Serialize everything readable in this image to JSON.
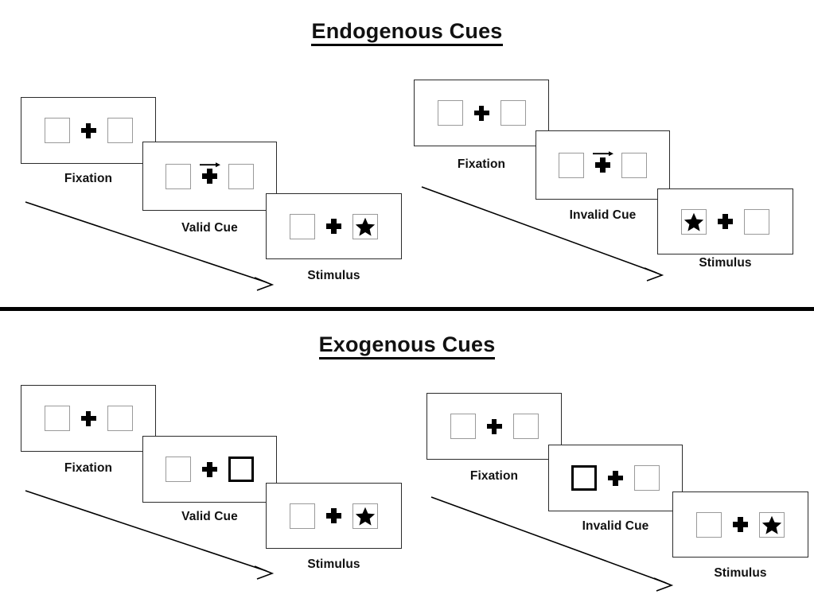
{
  "figure": {
    "title_top": "Endogenous Cues",
    "title_bottom": "Exogenous Cues",
    "divider_color": "#000000",
    "box_border_color": "#9a9a9a",
    "cued_box_border_color": "#000000",
    "panel_border_color": "#2b2b2b",
    "arrow_color": "#000000"
  },
  "sections": [
    {
      "id": "endogenous",
      "title": "Endogenous Cues",
      "cue_type": "arrow",
      "sequences": [
        {
          "id": "endogenous-valid",
          "validity": "valid",
          "panels": [
            {
              "caption": "Fixation",
              "left_box": "empty",
              "right_box": "empty",
              "center": "plus",
              "cue_side": "none"
            },
            {
              "caption": "Valid Cue",
              "left_box": "empty",
              "right_box": "empty",
              "center": "plus-with-arrow",
              "cue_side": "right"
            },
            {
              "caption": "Stimulus",
              "left_box": "empty",
              "right_box": "star",
              "center": "plus",
              "cue_side": "none"
            }
          ]
        },
        {
          "id": "endogenous-invalid",
          "validity": "invalid",
          "panels": [
            {
              "caption": "Fixation",
              "left_box": "empty",
              "right_box": "empty",
              "center": "plus",
              "cue_side": "none"
            },
            {
              "caption": "Invalid Cue",
              "left_box": "empty",
              "right_box": "empty",
              "center": "plus-with-arrow",
              "cue_side": "right"
            },
            {
              "caption": "Stimulus",
              "left_box": "star",
              "right_box": "empty",
              "center": "plus",
              "cue_side": "none"
            }
          ]
        }
      ]
    },
    {
      "id": "exogenous",
      "title": "Exogenous Cues",
      "cue_type": "box-flash",
      "sequences": [
        {
          "id": "exogenous-valid",
          "validity": "valid",
          "panels": [
            {
              "caption": "Fixation",
              "left_box": "empty",
              "right_box": "empty",
              "center": "plus",
              "cue_side": "none"
            },
            {
              "caption": "Valid Cue",
              "left_box": "empty",
              "right_box": "empty-cued",
              "center": "plus",
              "cue_side": "right"
            },
            {
              "caption": "Stimulus",
              "left_box": "empty",
              "right_box": "star",
              "center": "plus",
              "cue_side": "none"
            }
          ]
        },
        {
          "id": "exogenous-invalid",
          "validity": "invalid",
          "panels": [
            {
              "caption": "Fixation",
              "left_box": "empty",
              "right_box": "empty",
              "center": "plus",
              "cue_side": "none"
            },
            {
              "caption": "Invalid Cue",
              "left_box": "empty-cued",
              "right_box": "empty",
              "center": "plus",
              "cue_side": "left"
            },
            {
              "caption": "Stimulus",
              "left_box": "empty",
              "right_box": "star",
              "center": "plus",
              "cue_side": "none"
            }
          ]
        }
      ]
    }
  ],
  "icons": {
    "fixation_cross": "plus-icon",
    "target_star": "star-icon",
    "endogenous_cue": "right-arrow-icon",
    "time_flow": "diagonal-arrow-icon"
  }
}
